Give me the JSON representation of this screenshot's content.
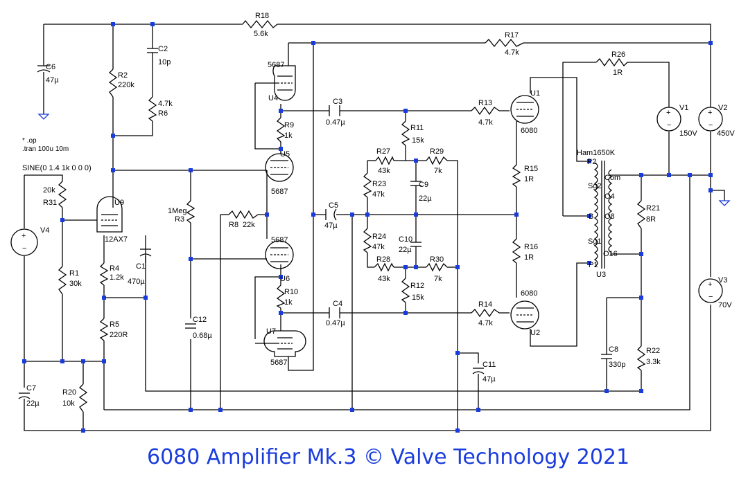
{
  "title": "6080 Amplifier Mk.3 © Valve Technology 2021",
  "directives": {
    "op": "* .op",
    "tran": ".tran 100u 10m"
  },
  "source_v4": "SINE(0 1.4 1k 0 0 0)",
  "resistors": [
    {
      "ref": "R18",
      "val": "5.6k"
    },
    {
      "ref": "R2",
      "val": "220k"
    },
    {
      "ref": "R6",
      "val": "4.7k"
    },
    {
      "ref": "R17",
      "val": "4.7k"
    },
    {
      "ref": "R26",
      "val": "1R"
    },
    {
      "ref": "R9",
      "val": "1k"
    },
    {
      "ref": "R11",
      "val": "15k"
    },
    {
      "ref": "R13",
      "val": "4.7k"
    },
    {
      "ref": "R27",
      "val": "43k"
    },
    {
      "ref": "R29",
      "val": "7k"
    },
    {
      "ref": "R23",
      "val": "47k"
    },
    {
      "ref": "R15",
      "val": "1R"
    },
    {
      "ref": "R31",
      "val": "20k"
    },
    {
      "ref": "R3",
      "val": "1Meg"
    },
    {
      "ref": "R8",
      "val": "22k"
    },
    {
      "ref": "R24",
      "val": "47k"
    },
    {
      "ref": "R21",
      "val": "8R"
    },
    {
      "ref": "R1",
      "val": "30k"
    },
    {
      "ref": "R4",
      "val": "1.2k"
    },
    {
      "ref": "R28",
      "val": "43k"
    },
    {
      "ref": "R30",
      "val": "7k"
    },
    {
      "ref": "R16",
      "val": "1R"
    },
    {
      "ref": "R10",
      "val": "1k"
    },
    {
      "ref": "R12",
      "val": "15k"
    },
    {
      "ref": "R5",
      "val": "220R"
    },
    {
      "ref": "R14",
      "val": "4.7k"
    },
    {
      "ref": "R22",
      "val": "3.3k"
    },
    {
      "ref": "R20",
      "val": "10k"
    }
  ],
  "capacitors": [
    {
      "ref": "C6",
      "val": "47µ"
    },
    {
      "ref": "C2",
      "val": "10p"
    },
    {
      "ref": "C3",
      "val": "0.47µ"
    },
    {
      "ref": "C9",
      "val": "22µ"
    },
    {
      "ref": "C5",
      "val": "47µ"
    },
    {
      "ref": "C10",
      "val": "22µ"
    },
    {
      "ref": "C1",
      "val": "470µ"
    },
    {
      "ref": "C12",
      "val": "0.68µ"
    },
    {
      "ref": "C4",
      "val": "0.47µ"
    },
    {
      "ref": "C11",
      "val": "47µ"
    },
    {
      "ref": "C8",
      "val": "330p"
    },
    {
      "ref": "C7",
      "val": "22µ"
    }
  ],
  "valves": [
    {
      "ref": "U4",
      "type": "5687"
    },
    {
      "ref": "U5",
      "type": "5687"
    },
    {
      "ref": "U6",
      "type": "5687"
    },
    {
      "ref": "U7",
      "type": "5687"
    },
    {
      "ref": "U9",
      "type": "12AX7"
    },
    {
      "ref": "U1",
      "type": "6080"
    },
    {
      "ref": "U2",
      "type": "6080"
    }
  ],
  "sources": [
    {
      "ref": "V1",
      "val": "150V"
    },
    {
      "ref": "V2",
      "val": "450V"
    },
    {
      "ref": "V3",
      "val": "70V"
    },
    {
      "ref": "V4",
      "val": ""
    }
  ],
  "transformer": {
    "ref": "U3",
    "model": "Ham1650K",
    "pins": [
      "P2",
      "Sg2",
      "B",
      "Sg1",
      "P1",
      "Com",
      "O4",
      "O8",
      "O16"
    ]
  }
}
